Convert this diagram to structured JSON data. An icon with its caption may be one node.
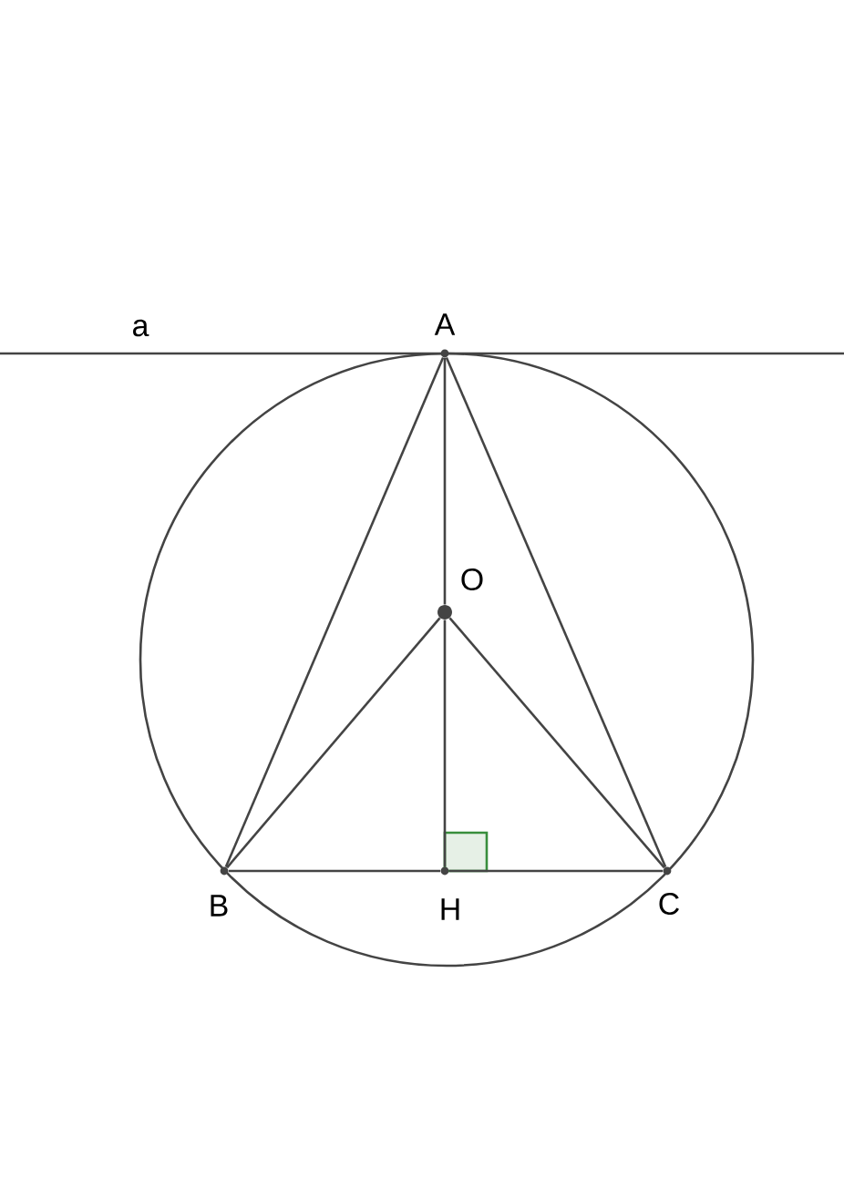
{
  "diagram": {
    "nodes": [
      {
        "text": [
          "A"
        ]
      },
      {
        "text": [
          "O"
        ]
      },
      {
        "text": [
          "B"
        ]
      },
      {
        "text": [
          "H"
        ]
      },
      {
        "text": [
          "C"
        ]
      }
    ],
    "edges": [
      {
        "from": 0,
        "to": 2,
        "arrow": "none"
      },
      {
        "from": 0,
        "to": 4,
        "arrow": "none"
      },
      {
        "from": 0,
        "to": 1,
        "arrow": "none"
      },
      {
        "from": 1,
        "to": 3,
        "arrow": "none"
      },
      {
        "from": 1,
        "to": 2,
        "arrow": "none"
      },
      {
        "from": 1,
        "to": 4,
        "arrow": "none"
      },
      {
        "from": 2,
        "to": 3,
        "arrow": "none"
      },
      {
        "from": 3,
        "to": 4,
        "arrow": "none"
      }
    ],
    "labels": [
      "a"
    ]
  }
}
